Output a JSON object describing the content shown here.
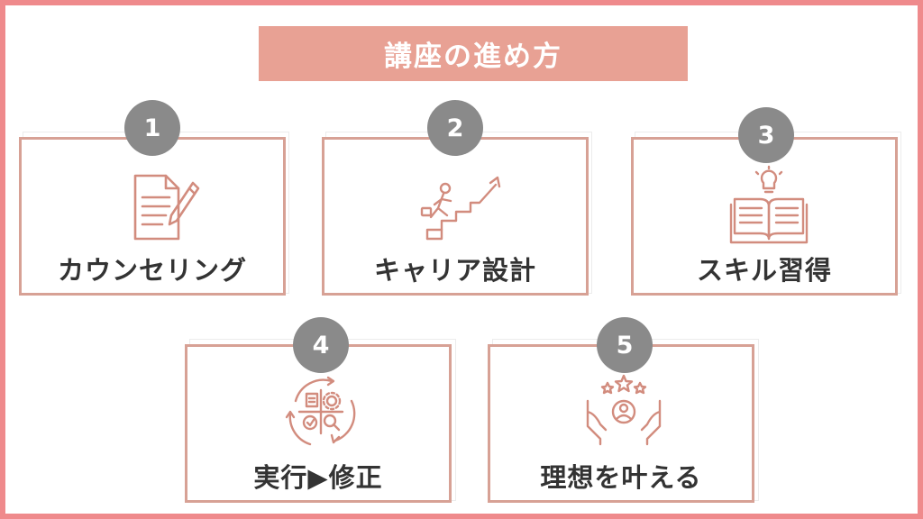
{
  "title": "講座の進め方",
  "colors": {
    "frame": "#ef8a8c",
    "banner": "#e8a194",
    "card_border": "#d7a195",
    "badge": "#8a8a8a",
    "icon": "#d28c7e",
    "label": "#333333"
  },
  "steps": [
    {
      "number": "1",
      "label": "カウンセリング",
      "icon": "document-pen-icon"
    },
    {
      "number": "2",
      "label": "キャリア設計",
      "icon": "stairs-climb-icon"
    },
    {
      "number": "3",
      "label": "スキル習得",
      "icon": "open-book-lightbulb-icon"
    },
    {
      "number": "4",
      "label": "実行▶修正",
      "icon": "cycle-process-icon"
    },
    {
      "number": "5",
      "label": "理想を叶える",
      "icon": "hands-stars-person-icon"
    }
  ]
}
